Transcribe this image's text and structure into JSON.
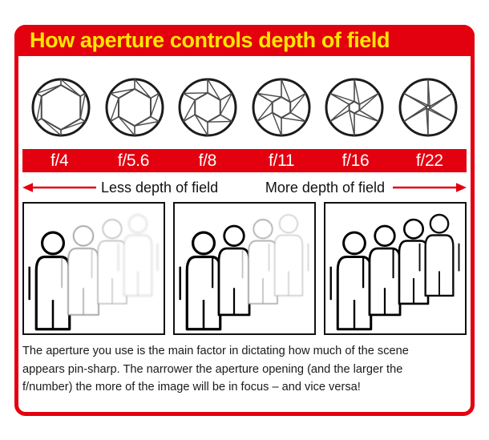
{
  "header": {
    "title": "How aperture controls depth of field",
    "banner_color": "#e3000f",
    "title_color": "#ffe600"
  },
  "frame": {
    "border_color": "#e3000f"
  },
  "apertures": [
    {
      "fstop": "f/4",
      "icon": "aperture-iris-icon",
      "opening": 0.8
    },
    {
      "fstop": "f/5.6",
      "icon": "aperture-iris-icon",
      "opening": 0.66
    },
    {
      "fstop": "f/8",
      "icon": "aperture-iris-icon",
      "opening": 0.52
    },
    {
      "fstop": "f/11",
      "icon": "aperture-iris-icon",
      "opening": 0.37
    },
    {
      "fstop": "f/16",
      "icon": "aperture-iris-icon",
      "opening": 0.21
    },
    {
      "fstop": "f/22",
      "icon": "aperture-iris-icon",
      "opening": 0.07
    }
  ],
  "fstop_bar": {
    "background": "#e3000f",
    "text_color": "#ffffff"
  },
  "depth_of_field": {
    "arrow_color": "#e3000f",
    "left": {
      "label": "Less depth of field",
      "icon": "arrow-left-icon"
    },
    "right": {
      "label": "More depth of field",
      "icon": "arrow-right-icon"
    }
  },
  "panels": [
    {
      "name": "panel-shallow-dof",
      "sharp_count": 1,
      "figures": [
        {
          "sharpness": "sharp",
          "shade": "#000000",
          "stroke": 3.2
        },
        {
          "sharpness": "soft",
          "shade": "#8e8e8e",
          "stroke": 1.5
        },
        {
          "sharpness": "softer",
          "shade": "#a8a8a8",
          "stroke": 1.2
        },
        {
          "sharpness": "softest",
          "shade": "#c2c2c2",
          "stroke": 1.0
        }
      ]
    },
    {
      "name": "panel-medium-dof",
      "sharp_count": 2,
      "figures": [
        {
          "sharpness": "sharp",
          "shade": "#000000",
          "stroke": 3.2
        },
        {
          "sharpness": "sharp",
          "shade": "#000000",
          "stroke": 2.8
        },
        {
          "sharpness": "soft",
          "shade": "#9b9b9b",
          "stroke": 1.4
        },
        {
          "sharpness": "softer",
          "shade": "#b5b5b5",
          "stroke": 1.1
        }
      ]
    },
    {
      "name": "panel-deep-dof",
      "sharp_count": 4,
      "figures": [
        {
          "sharpness": "sharp",
          "shade": "#000000",
          "stroke": 3.0
        },
        {
          "sharpness": "sharp",
          "shade": "#000000",
          "stroke": 2.8
        },
        {
          "sharpness": "sharp",
          "shade": "#000000",
          "stroke": 2.6
        },
        {
          "sharpness": "sharp",
          "shade": "#0d0d0d",
          "stroke": 2.4
        }
      ]
    }
  ],
  "caption": {
    "line1": "The aperture you use is the main factor in dictating how much of the scene",
    "line2": "appears pin-sharp. The narrower the aperture opening (and the larger the",
    "line3": "f/number) the more of the image will be in focus – and vice versa!",
    "full": "The aperture you use is the main factor in dictating how much of the scene appears pin-sharp. The narrower the aperture opening (and the larger the f/number) the more of the image will be in focus – and vice versa!"
  }
}
